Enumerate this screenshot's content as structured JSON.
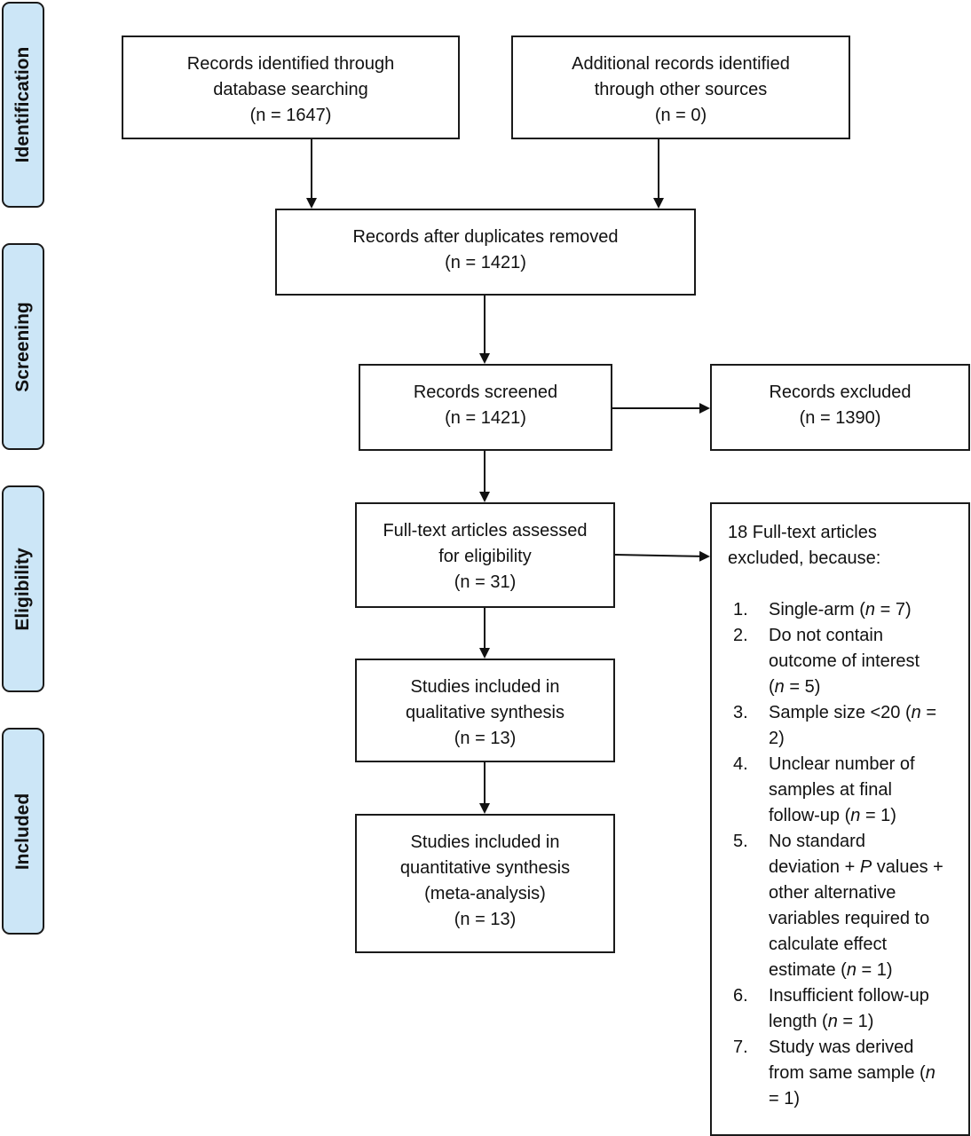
{
  "stages": {
    "identification": "Identification",
    "screening": "Screening",
    "eligibility": "Eligibility",
    "included": "Included"
  },
  "boxes": {
    "database": [
      "Records identified through",
      "database searching",
      "(n = 1647)"
    ],
    "other_sources": [
      "Additional records identified",
      "through other sources",
      "(n = 0)"
    ],
    "after_duplicates": [
      "Records after duplicates removed",
      "(n = 1421)"
    ],
    "screened": [
      "Records screened",
      "(n = 1421)"
    ],
    "excluded": [
      "Records excluded",
      "(n = 1390)"
    ],
    "fulltext": [
      "Full-text articles assessed",
      "for eligibility",
      "(n = 31)"
    ],
    "qualitative": [
      "Studies included in",
      "qualitative synthesis",
      "(n = 13)"
    ],
    "quantitative": [
      "Studies included in",
      "quantitative synthesis",
      "(meta-analysis)",
      "(n = 13)"
    ]
  },
  "fulltext_excluded": {
    "intro": [
      "18 Full-text articles",
      "excluded, because:"
    ],
    "reasons": [
      {
        "num": "1.",
        "lines": [
          "Single-arm (n = 7)"
        ]
      },
      {
        "num": "2.",
        "lines": [
          "Do not contain",
          "outcome of interest",
          "(n = 5)"
        ]
      },
      {
        "num": "3.",
        "lines": [
          "Sample size <20 (n =",
          "2)"
        ]
      },
      {
        "num": "4.",
        "lines": [
          "Unclear number of",
          "samples at final",
          "follow-up (n = 1)"
        ]
      },
      {
        "num": "5.",
        "lines": [
          "No standard",
          "deviation + P values +",
          "other alternative",
          "variables required to",
          "calculate effect",
          "estimate (n = 1)"
        ]
      },
      {
        "num": "6.",
        "lines": [
          "Insufficient follow-up",
          "length (n = 1)"
        ]
      },
      {
        "num": "7.",
        "lines": [
          "Study was derived",
          "from same sample (n",
          "= 1)"
        ]
      }
    ]
  }
}
